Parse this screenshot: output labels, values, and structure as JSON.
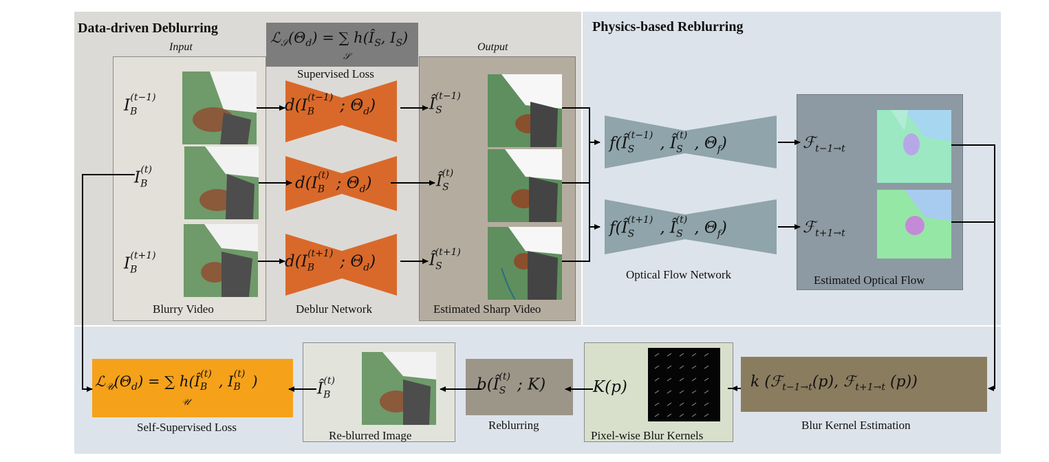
{
  "titles": {
    "data_driven": "Data-driven Deblurring",
    "physics_based": "Physics-based Reblurring",
    "input": "Input",
    "output": "Output"
  },
  "labels": {
    "supervised_loss": "Supervised Loss",
    "blurry_video": "Blurry Video",
    "deblur_network": "Deblur Network",
    "estimated_sharp_video": "Estimated Sharp Video",
    "optical_flow_network": "Optical Flow Network",
    "estimated_optical_flow": "Estimated Optical Flow",
    "self_supervised_loss": "Self-Supervised Loss",
    "reblurred_image": "Re-blurred Image",
    "reblurring": "Reblurring",
    "pixelwise_blur_kernels": "Pixel-wise Blur Kernels",
    "blur_kernel_estimation": "Blur Kernel Estimation"
  },
  "colors": {
    "top_left_panel": "#dcdad6",
    "physics_panel": "#dde3ea",
    "bottom_panel": "#dde3ea",
    "deblur_network": "#d9692a",
    "flow_network": "#8fa4ab",
    "supervised_loss_box": "#7d7d7d",
    "self_supervised_box": "#f5a11a",
    "blur_kernel_box": "#8a7c5f",
    "reblurring_box": "#9c9689",
    "output_panel": "#b5aca0"
  }
}
